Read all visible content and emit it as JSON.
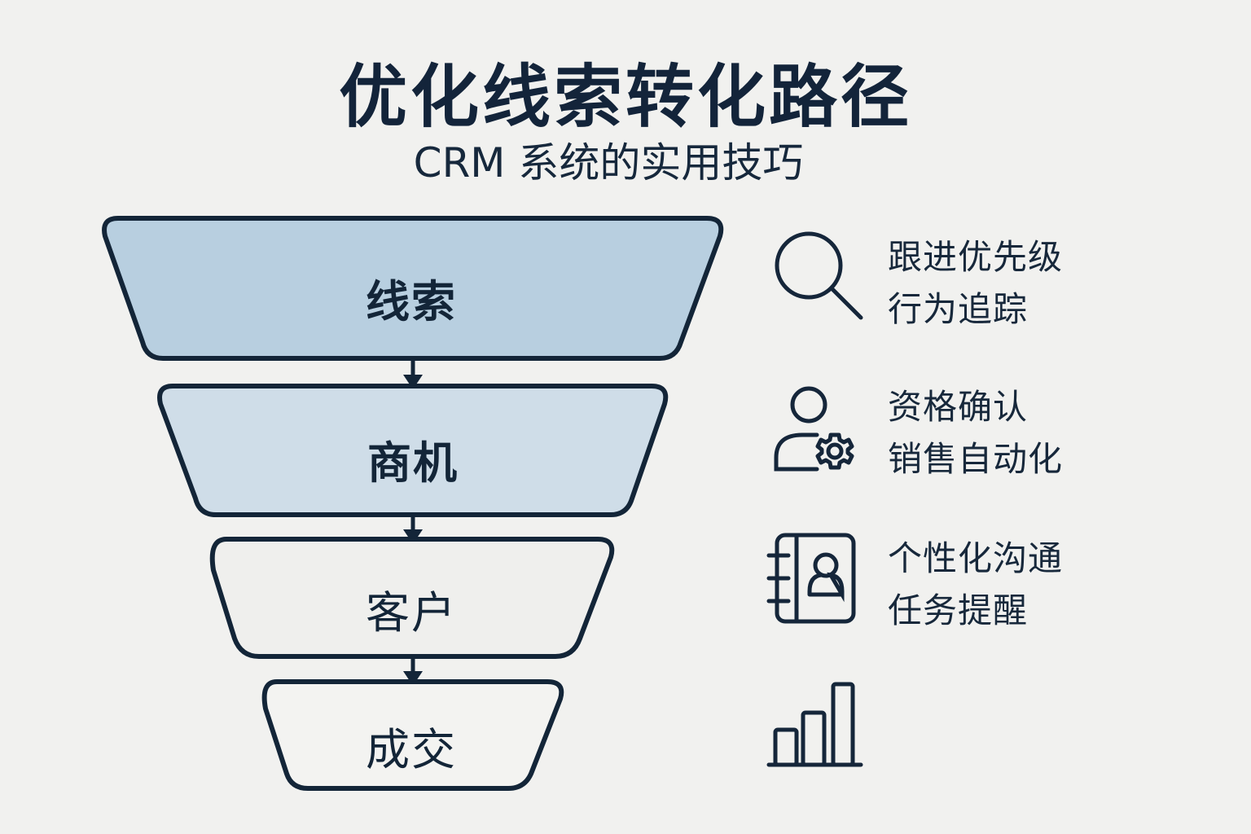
{
  "header": {
    "title": "优化线索转化路径",
    "subtitle": "CRM 系统的实用技巧"
  },
  "funnel": {
    "stroke_color": "#132538",
    "stages": [
      {
        "label": "线索",
        "fill": "#b8cfe0"
      },
      {
        "label": "商机",
        "fill": "#cfdde8"
      },
      {
        "label": "客户",
        "fill": "#efefed"
      },
      {
        "label": "成交",
        "fill": "#f3f3f1"
      }
    ]
  },
  "tips": [
    {
      "icon": "search-icon",
      "lines": [
        "跟进优先级",
        "行为追踪"
      ]
    },
    {
      "icon": "user-gear-icon",
      "lines": [
        "资格确认",
        "销售自动化"
      ]
    },
    {
      "icon": "contact-book-icon",
      "lines": [
        "个性化沟通",
        "任务提醒"
      ]
    },
    {
      "icon": "bar-chart-icon",
      "lines": []
    }
  ]
}
